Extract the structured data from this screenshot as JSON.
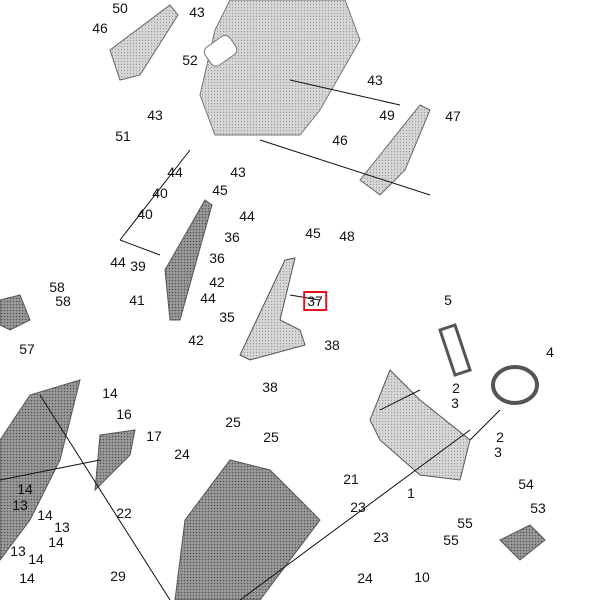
{
  "diagram": {
    "highlight_color": "#e0141e",
    "part_labels": [
      "50",
      "43",
      "46",
      "52",
      "43",
      "51",
      "43",
      "49",
      "47",
      "46",
      "43",
      "44",
      "45",
      "40",
      "40",
      "44",
      "45",
      "36",
      "48",
      "44",
      "39",
      "36",
      "42",
      "41",
      "44",
      "58",
      "58",
      "37",
      "35",
      "5",
      "57",
      "42",
      "38",
      "4",
      "38",
      "2",
      "3",
      "14",
      "16",
      "17",
      "25",
      "25",
      "2",
      "3",
      "24",
      "21",
      "1",
      "54",
      "14",
      "13",
      "23",
      "22",
      "14",
      "13",
      "14",
      "13",
      "14",
      "53",
      "55",
      "55",
      "23",
      "14",
      "29",
      "24",
      "10"
    ],
    "highlighted_label": "37"
  }
}
